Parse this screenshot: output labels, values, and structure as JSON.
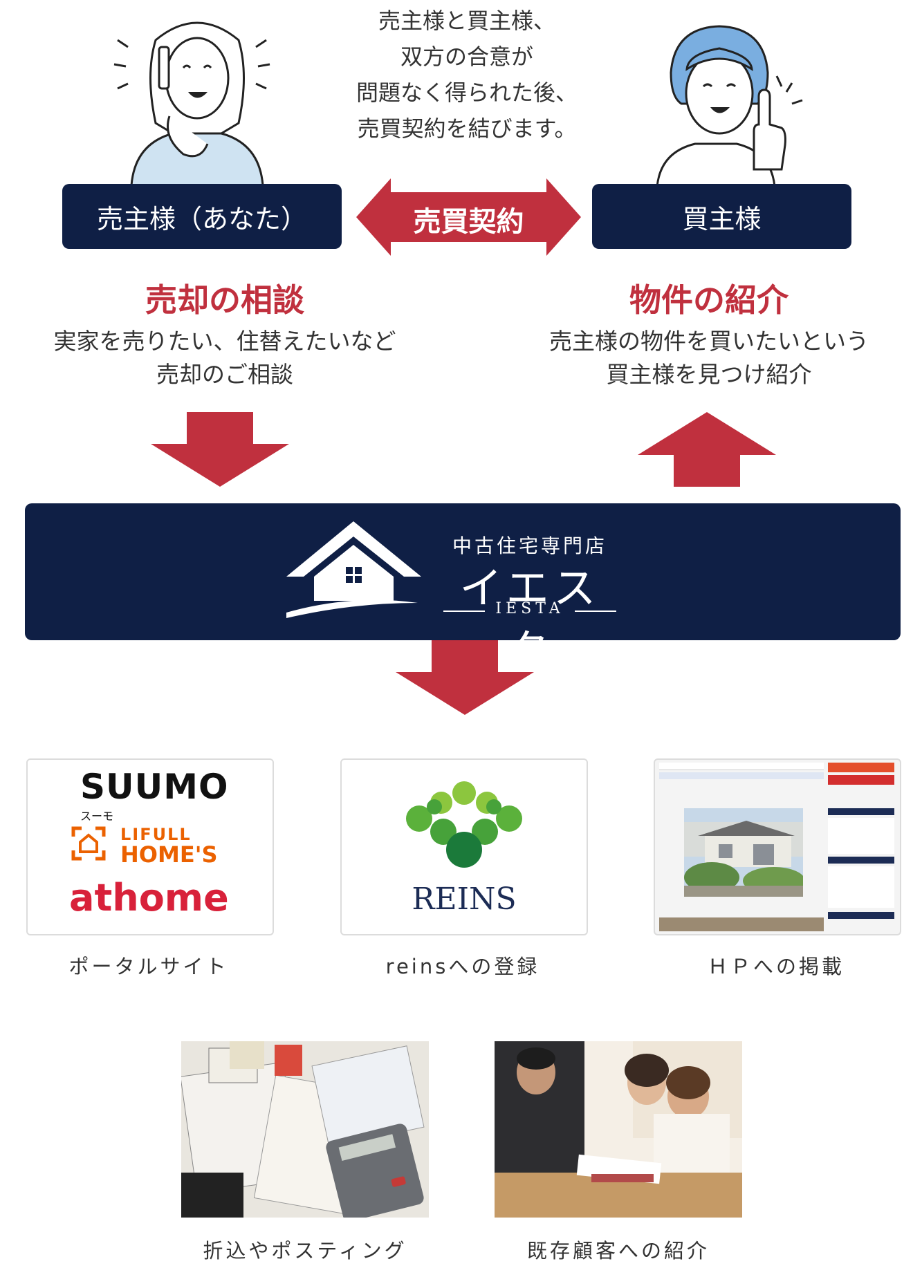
{
  "intro": {
    "line1": "売主様と買主様、",
    "line2": "双方の合意が",
    "line3": "問題なく得られた後、",
    "line4": "売買契約を結びます。"
  },
  "seller": {
    "label": "売主様（あなた）"
  },
  "buyer": {
    "label": "買主様"
  },
  "contract": {
    "label": "売買契約"
  },
  "left_step": {
    "title": "売却の相談",
    "desc1": "実家を売りたい、住替えたいなど",
    "desc2": "売却のご相談"
  },
  "right_step": {
    "title": "物件の紹介",
    "desc1": "売主様の物件を買いたいという",
    "desc2": "買主様を見つけ紹介"
  },
  "company": {
    "tagline": "中古住宅専門店",
    "name": "イエスタ",
    "roman": "IESTA"
  },
  "channels": [
    {
      "caption": "ポータルサイト"
    },
    {
      "caption": "reinsへの登録"
    },
    {
      "caption": "ＨＰへの掲載"
    },
    {
      "caption": "折込やポスティング"
    },
    {
      "caption": "既存顧客への紹介"
    }
  ],
  "logos": {
    "suumo": "SUUMO",
    "suumo_sub": "スーモ",
    "lifull": "LIFULL",
    "homes": "HOME'S",
    "athome": "athome",
    "reins": "REINS"
  },
  "colors": {
    "navy": "#0f1f45",
    "red": "#c0303e",
    "athome_red": "#d8213a",
    "lifull_orange": "#eb6100",
    "reins_green": "#47a23a"
  }
}
